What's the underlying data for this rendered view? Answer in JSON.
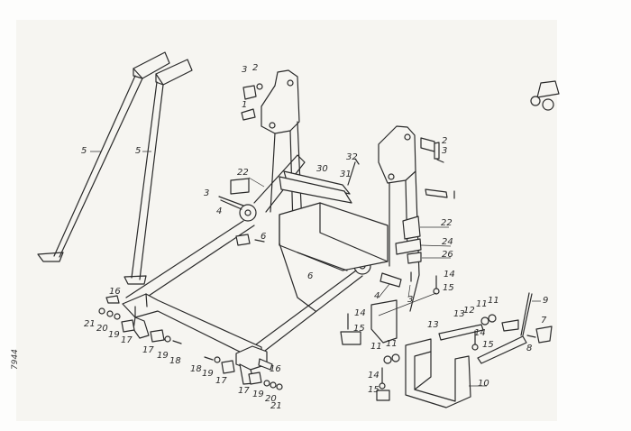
{
  "drawing_code": "7944",
  "callouts": [
    "1",
    "2",
    "3",
    "4",
    "5",
    "6",
    "7",
    "8",
    "9",
    "10",
    "11",
    "12",
    "13",
    "14",
    "15",
    "16",
    "17",
    "18",
    "19",
    "20",
    "21",
    "22",
    "24",
    "26",
    "30",
    "31",
    "32"
  ],
  "labels": {
    "a3": "3",
    "a2": "2",
    "a1": "1",
    "a5": "5",
    "b5": "5",
    "a22": "22",
    "b3": "3",
    "a4": "4",
    "a6": "6",
    "a32": "32",
    "a30": "30",
    "a31": "31",
    "c2": "2",
    "c3": "3",
    "b22": "22",
    "a24": "24",
    "a26": "26",
    "a14": "14",
    "a15": "15",
    "b4": "4",
    "d3": "3",
    "b6": "6",
    "b14": "14",
    "b15": "15",
    "a16": "16",
    "a21": "21",
    "a20": "20",
    "a19": "19",
    "a17": "17",
    "b17": "17",
    "b19": "19",
    "a18": "18",
    "b18": "18",
    "c19": "19",
    "c17": "17",
    "b16": "16",
    "d17": "17",
    "d19": "19",
    "b20": "20",
    "b21": "21",
    "a13": "13",
    "b13": "13",
    "a12": "12",
    "a11": "11",
    "b11": "11",
    "a9": "9",
    "a7": "7",
    "a8": "8",
    "c14": "14",
    "c15": "15",
    "c11": "11",
    "d11": "11",
    "d14": "14",
    "d15": "15",
    "a10": "10"
  }
}
